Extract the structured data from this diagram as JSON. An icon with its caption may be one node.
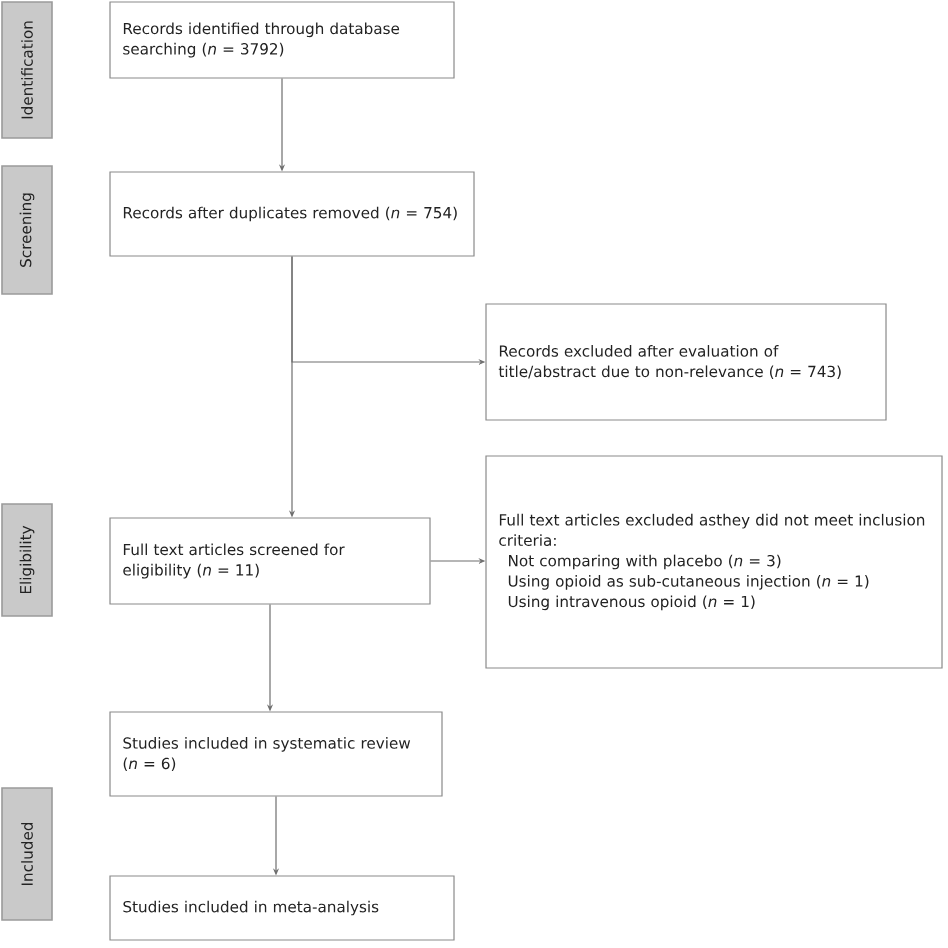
{
  "diagram": {
    "nodes": [
      {
        "text": [
          "Identification"
        ]
      },
      {
        "text": [
          "Records identified through database searching (*n* = 3792)"
        ]
      },
      {
        "text": [
          "Screening"
        ]
      },
      {
        "text": [
          "Records after duplicates removed (*n* = 754)"
        ]
      },
      {
        "text": [
          "Records excluded after evaluation of title/abstract due to non-relevance (*n* = 743)"
        ]
      },
      {
        "text": [
          "Eligibility"
        ]
      },
      {
        "text": [
          "Full text articles screened for eligibility (*n* = 11)"
        ]
      },
      {
        "text": [
          "Full text articles excluded asthey did not meet inclusion criteria:",
          "Not comparing with placebo (*n* = 3)",
          "Using opioid as sub-cutaneous injection (*n* = 1)",
          "Using intravenous opioid (*n* = 1)"
        ]
      },
      {
        "text": [
          "Studies included in systematic review (*n* = 6)"
        ]
      },
      {
        "text": [
          "Included"
        ]
      },
      {
        "text": [
          "Studies included in meta-analysis"
        ]
      }
    ],
    "edges": [
      {
        "from": 1,
        "to": 3,
        "arrow": "to"
      },
      {
        "from": 3,
        "to": 6,
        "arrow": "to"
      },
      {
        "from": 3,
        "to": 4,
        "arrow": "to"
      },
      {
        "from": 6,
        "to": 7,
        "arrow": "to"
      },
      {
        "from": 6,
        "to": 8,
        "arrow": "to"
      },
      {
        "from": 8,
        "to": 10,
        "arrow": "to"
      }
    ]
  }
}
